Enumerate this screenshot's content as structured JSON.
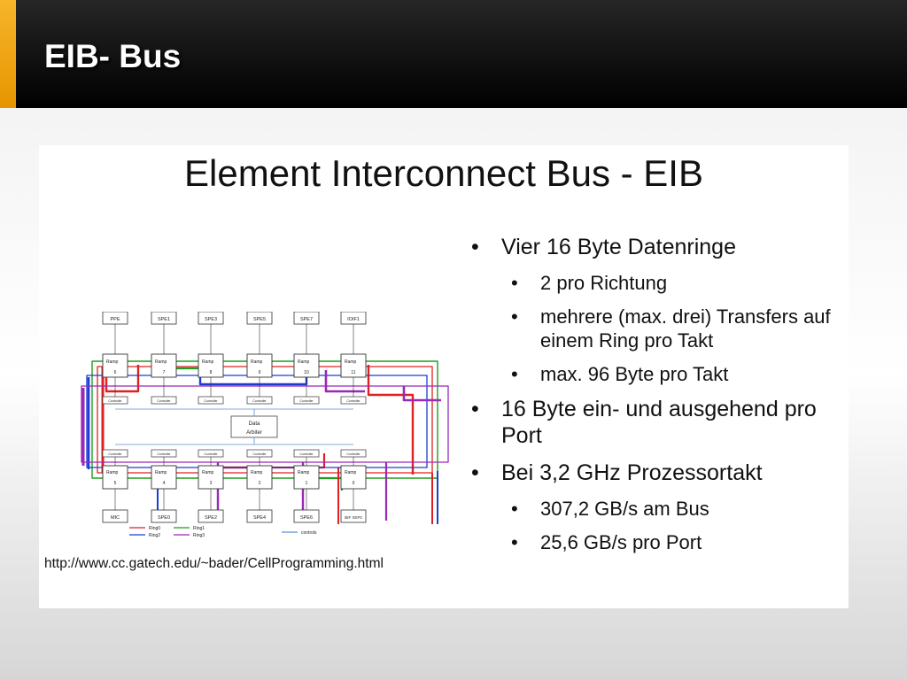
{
  "slide": {
    "title": "EIB- Bus"
  },
  "panel": {
    "title": "Element Interconnect Bus - EIB",
    "url": "http://www.cc.gatech.edu/~bader/CellProgramming.html",
    "bullets": [
      {
        "level": 1,
        "text": "Vier 16 Byte Datenringe"
      },
      {
        "level": 2,
        "text": "2 pro Richtung"
      },
      {
        "level": 2,
        "text": "mehrere (max. drei) Transfers auf einem Ring pro Takt"
      },
      {
        "level": 2,
        "text": "max. 96 Byte pro Takt"
      },
      {
        "level": 1,
        "text": "16 Byte ein- und ausgehend pro Port"
      },
      {
        "level": 1,
        "text": "Bei 3,2 GHz Prozessortakt"
      },
      {
        "level": 2,
        "text": "307,2 GB/s am Bus"
      },
      {
        "level": 2,
        "text": "25,6 GB/s pro Port"
      }
    ]
  },
  "diagram": {
    "top_units": [
      "PPE",
      "SPE1",
      "SPE3",
      "SPE5",
      "SPE7",
      "IOIF1"
    ],
    "top_ramps": [
      "6",
      "7",
      "8",
      "9",
      "10",
      "11"
    ],
    "bottom_units": [
      "MIC",
      "SPE0",
      "SPE2",
      "SPE4",
      "SPE6",
      "BIF IOIF0"
    ],
    "bottom_ramps": [
      "5",
      "4",
      "3",
      "2",
      "1",
      "0"
    ],
    "ramp_label": "Ramp",
    "controller_label": "Controller",
    "arbiter": [
      "Data",
      "Arbiter"
    ],
    "legend": [
      "Ring0",
      "Ring2",
      "Ring1",
      "Ring3",
      "controls"
    ],
    "colors": {
      "ring0": "#e02020",
      "ring1": "#1f9e1f",
      "ring2": "#1a3fd0",
      "ring3": "#9a28b8",
      "controls": "#5c8fd8",
      "accent": "#f0a81c"
    }
  }
}
